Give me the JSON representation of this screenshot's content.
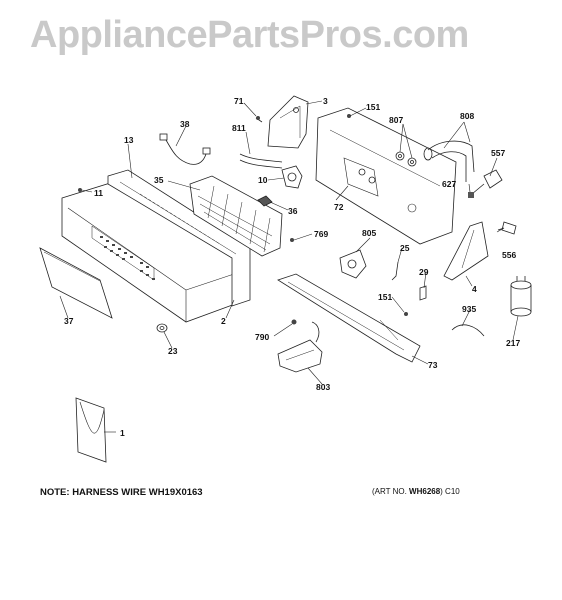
{
  "watermark": "AppliancePartsPros.com",
  "note": "NOTE: HARNESS WIRE WH19X0163",
  "art_no": {
    "prefix": "(ART NO. ",
    "code": "WH6268",
    "suffix": ") C10"
  },
  "callouts": [
    "71",
    "3",
    "151",
    "807",
    "808",
    "38",
    "811",
    "13",
    "10",
    "557",
    "35",
    "627",
    "11",
    "72",
    "36",
    "769",
    "805",
    "25",
    "556",
    "29",
    "4",
    "37",
    "2",
    "151",
    "935",
    "790",
    "217",
    "23",
    "73",
    "803",
    "1"
  ]
}
